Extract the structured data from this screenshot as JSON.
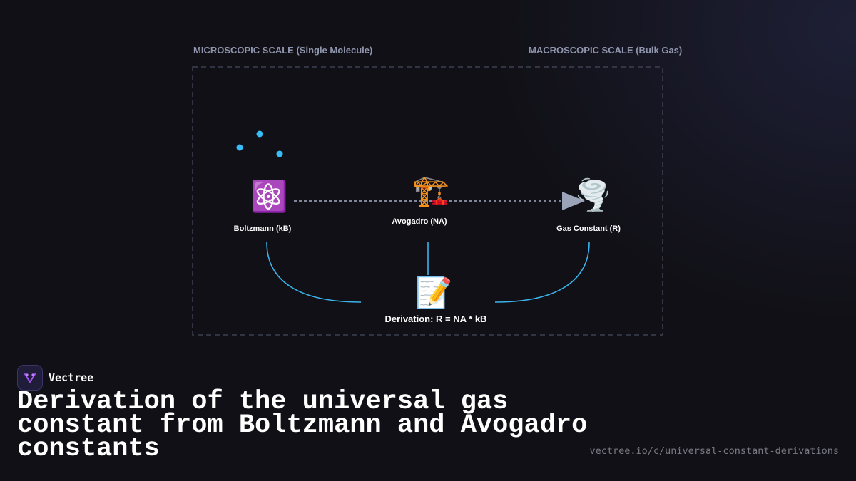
{
  "diagram": {
    "micro_label": "MICROSCOPIC SCALE (Single Molecule)",
    "macro_label": "MACROSCOPIC SCALE (Bulk Gas)",
    "nodes": {
      "boltzmann": {
        "icon": "atom-icon",
        "label": "Boltzmann (kB)"
      },
      "avogadro": {
        "icon": "construction-crane-icon",
        "label": "Avogadro (NA)"
      },
      "gas_constant": {
        "icon": "tornado-icon",
        "label": "Gas Constant (R)"
      }
    },
    "derivation": {
      "icon": "memo-icon",
      "label": "Derivation: R = NA * kB"
    },
    "colors": {
      "frame": "#3c4150",
      "connector": "#3bb4ec",
      "dotted_line": "#7f8699",
      "arrowhead": "#9aa3b8",
      "particle": "#38bdf8"
    }
  },
  "brand": {
    "name": "Vectree",
    "logo": "vectree-logo-icon"
  },
  "title": "Derivation of the universal gas constant from Boltzmann and Avogadro constants",
  "url": "vectree.io/c/universal-constant-derivations"
}
